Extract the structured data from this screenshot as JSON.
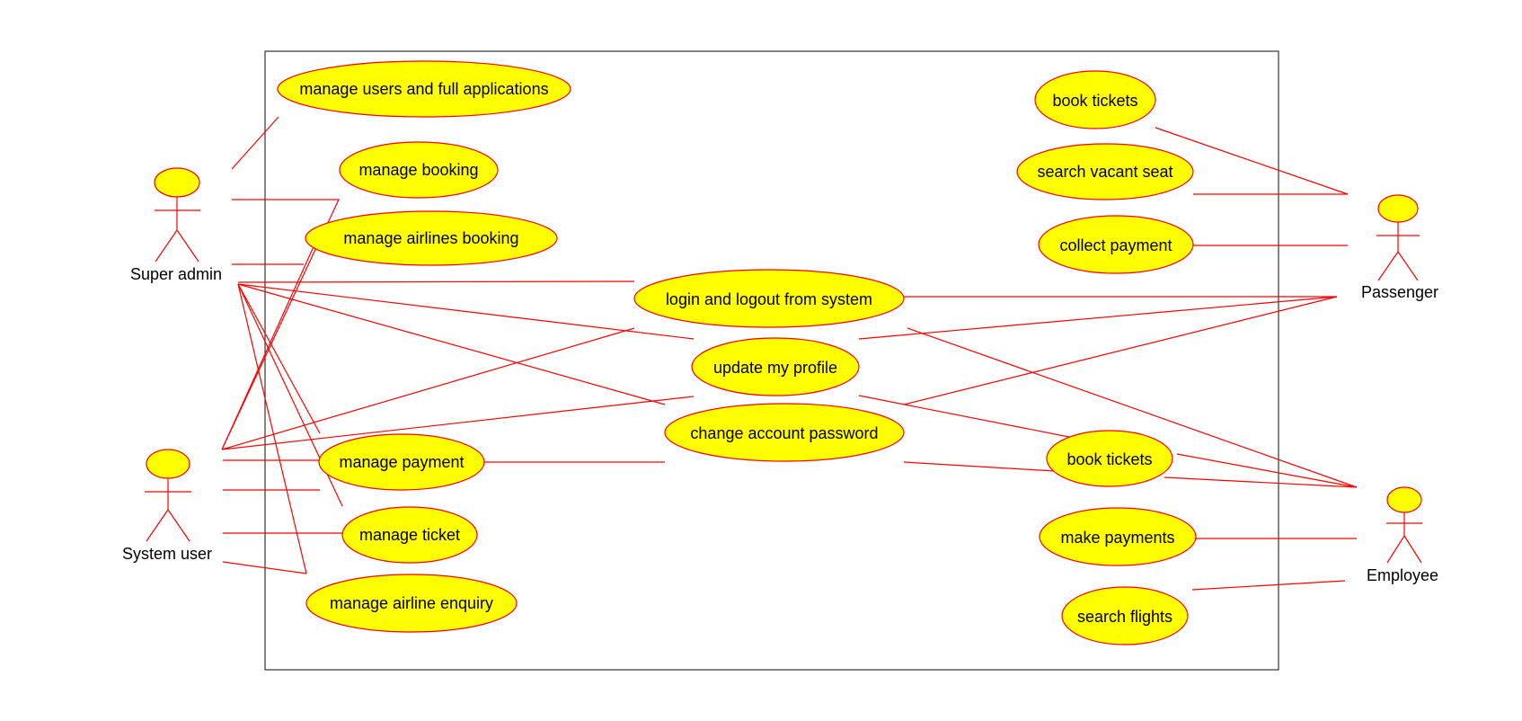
{
  "colors": {
    "line": "#ff0000",
    "usecase_fill": "#ffff00",
    "usecase_stroke": "#ff0000",
    "boundary": "#333333",
    "text": "#000000"
  },
  "actors": {
    "super_admin": "Super admin",
    "system_user": "System user",
    "passenger": "Passenger",
    "employee": "Employee"
  },
  "usecases": {
    "manage_users": "manage users and full applications",
    "manage_booking": "manage booking",
    "manage_airlines_booking": "manage airlines booking",
    "login_logout": "login and logout from system",
    "update_profile": "update my profile",
    "change_password": "change account password",
    "manage_payment": "manage payment",
    "manage_ticket": "manage ticket",
    "manage_airline_enquiry": "manage airline enquiry",
    "book_tickets_passenger": "book tickets",
    "search_vacant_seat": "search vacant seat",
    "collect_payment": "collect payment",
    "book_tickets_employee": "book tickets",
    "make_payments": "make payments",
    "search_flights": "search flights"
  }
}
